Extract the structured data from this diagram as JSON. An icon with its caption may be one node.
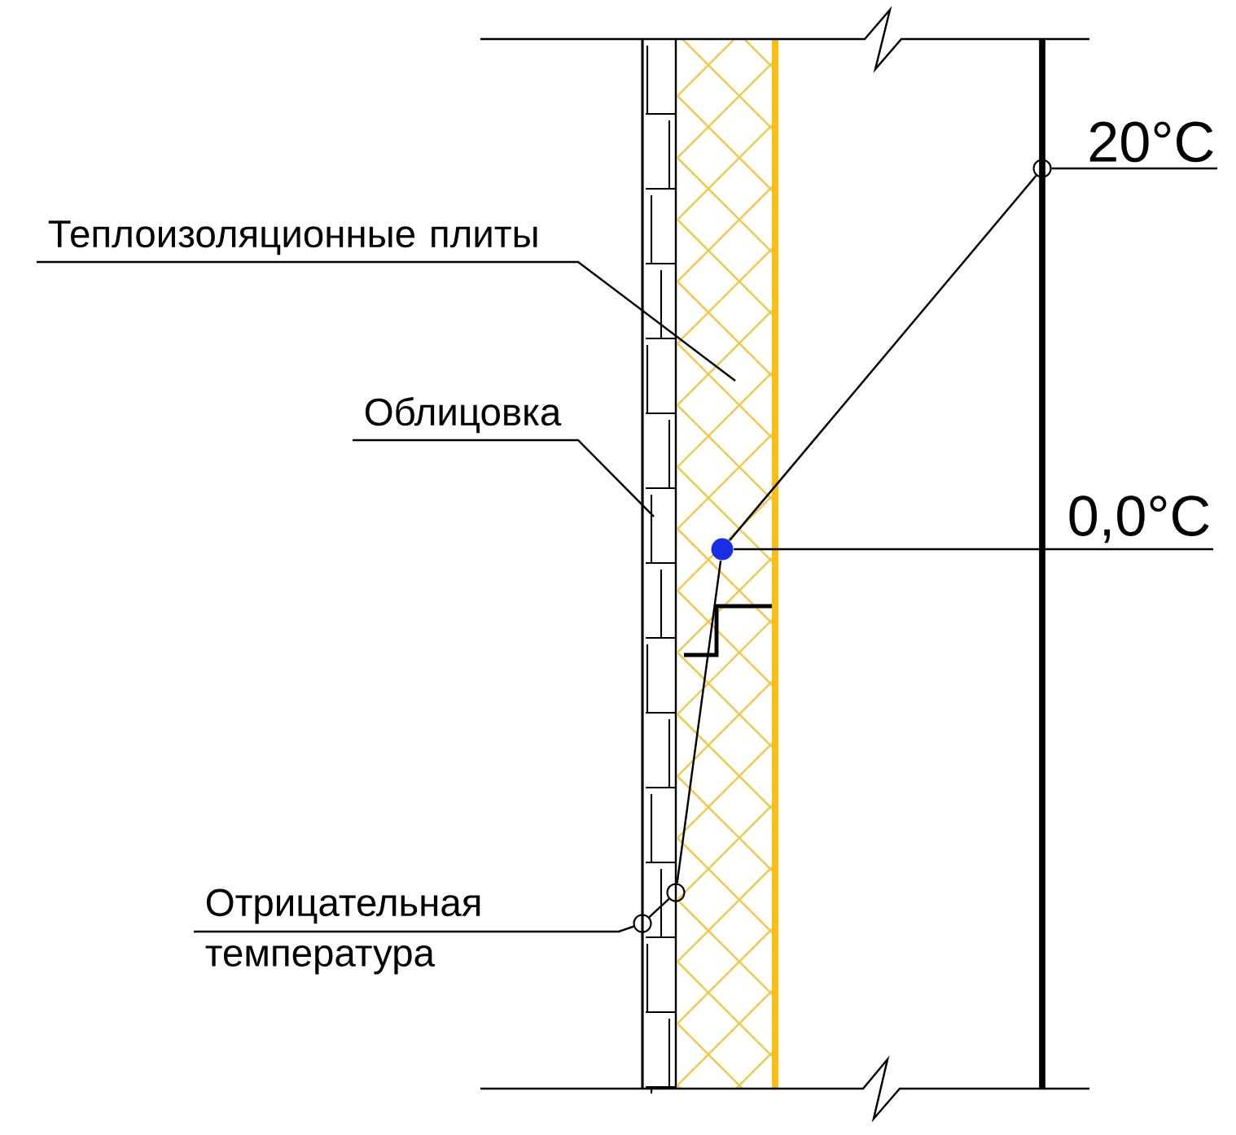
{
  "diagram": {
    "nodes": [
      {
        "text": [
          "Теплоизоляционные плиты"
        ]
      },
      {
        "text": [
          "Облицовка"
        ]
      },
      {
        "text": [
          "Отрицательная температура"
        ]
      },
      {
        "text": [
          "20°C"
        ]
      },
      {
        "text": [
          "0,0°C"
        ]
      },
      {
        "text": [],
        "shape": "circle"
      },
      {
        "text": [],
        "shape": "circle"
      },
      {
        "text": [],
        "shape": "circle"
      },
      {
        "text": [],
        "shape": "circle"
      }
    ],
    "edges": [
      {
        "from": 0,
        "to": null,
        "arrow": "none"
      },
      {
        "from": 1,
        "to": null,
        "arrow": "none"
      },
      {
        "from": 2,
        "to": 8,
        "arrow": "none"
      },
      {
        "from": 3,
        "to": 5,
        "arrow": "none"
      },
      {
        "from": 4,
        "to": 6,
        "arrow": "none"
      },
      {
        "from": 5,
        "to": 6,
        "arrow": "none"
      },
      {
        "from": 6,
        "to": 7,
        "arrow": "none"
      },
      {
        "from": 7,
        "to": 8,
        "arrow": "none"
      }
    ]
  }
}
